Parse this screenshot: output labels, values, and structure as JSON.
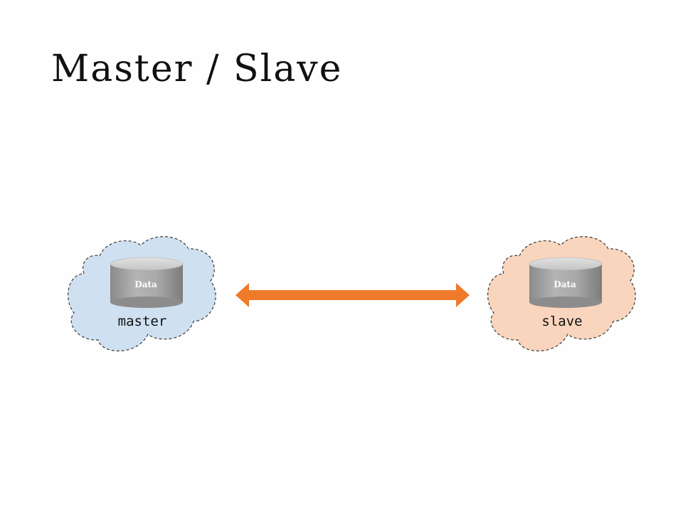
{
  "slide": {
    "title": "Master / Slave"
  },
  "nodes": {
    "master": {
      "label": "master",
      "db_label": "Data",
      "cloud_color": "#cfe0f1"
    },
    "slave": {
      "label": "slave",
      "db_label": "Data",
      "cloud_color": "#f9d5bd"
    }
  },
  "connector": {
    "type": "bidirectional-arrow",
    "color": "#ef7a2a"
  }
}
